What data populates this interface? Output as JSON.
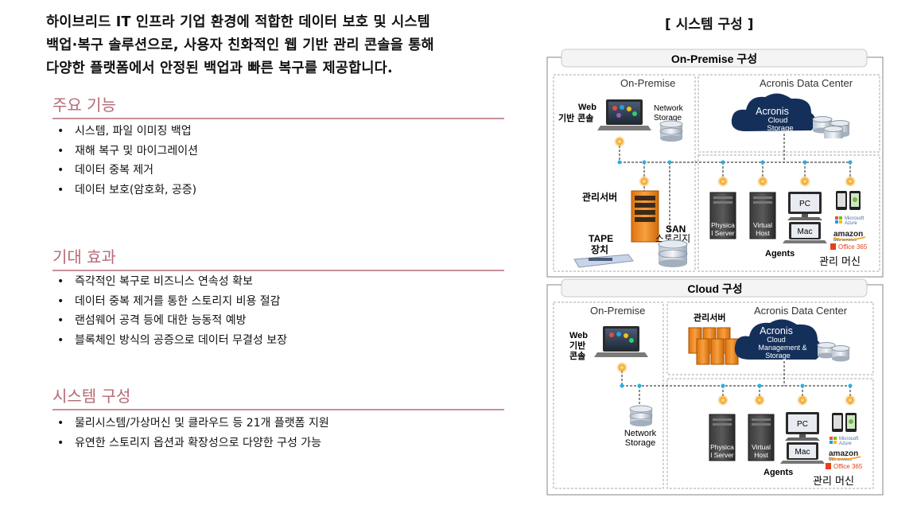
{
  "intro": {
    "lines": [
      "하이브리드 IT 인프라 기업 환경에 적합한 데이터 보호 및 시스템",
      "백업·복구 솔루션으로, 사용자 친화적인 웹 기반 관리 콘솔을 통해",
      "다양한 플랫폼에서 안정된 백업과 빠른 복구를 제공합니다."
    ]
  },
  "sections": [
    {
      "title": "주요 기능",
      "items": [
        "시스템, 파일 이미징 백업",
        "재해 복구 및 마이그레이션",
        "데이터 중복 제거",
        "데이터 보호(암호화, 공증)"
      ]
    },
    {
      "title": "기대 효과",
      "items": [
        "즉각적인 복구로 비즈니스 연속성 확보",
        "데이터 중복 제거를 통한 스토리지 비용 절감",
        "랜섬웨어 공격 등에 대한 능동적 예방",
        "블록체인 방식의 공증으로 데이터 무결성 보장"
      ]
    },
    {
      "title": "시스템 구성",
      "items": [
        "물리시스템/가상머신 및 클라우드 등 21개 플랫폼 지원",
        "유연한 스토리지 옵션과 확장성으로 다양한 구성 가능"
      ]
    }
  ],
  "bullet": "•",
  "diagram": {
    "title": "[ 시스템 구성 ]",
    "onprem": {
      "header": "On-Premise 구성",
      "onprem_label": "On-Premise",
      "dc_label": "Acronis Data Center",
      "web_console": [
        "Web",
        "기반 콘솔"
      ],
      "network_storage": [
        "Network",
        "Storage"
      ],
      "cloud": [
        "Acronis",
        "Cloud",
        "Storage"
      ],
      "mgmt_server": "관리서버",
      "san": [
        "SAN",
        "스토리지"
      ],
      "tape": [
        "TAPE",
        "장치"
      ],
      "physical": [
        "Physica",
        "l Server"
      ],
      "virtual": [
        "Virtual",
        "Host"
      ],
      "pc": "PC",
      "mac": "Mac",
      "agents": "Agents",
      "managed": "관리 머신",
      "microsoft": [
        "Microsoft",
        "Azure"
      ],
      "amazon": [
        "amazon",
        "web services"
      ],
      "office": "Office 365"
    },
    "cloud": {
      "header": "Cloud 구성",
      "onprem_label": "On-Premise",
      "dc_label": "Acronis Data Center",
      "web_console": [
        "Web",
        "기반",
        "콘솔"
      ],
      "mgmt_server": "관리서버",
      "cloud": [
        "Acronis",
        "Cloud",
        "Management &",
        "Storage"
      ],
      "network_storage": [
        "Network",
        "Storage"
      ],
      "physical": [
        "Physica",
        "l Server"
      ],
      "virtual": [
        "Virtual",
        "Host"
      ],
      "pc": "PC",
      "mac": "Mac",
      "agents": "Agents",
      "managed": "관리 머신",
      "microsoft": [
        "Microsoft",
        "Azure"
      ],
      "amazon": [
        "amazon",
        "web services"
      ],
      "office": "Office 365"
    }
  },
  "colors": {
    "accent_rose": "#b56a75",
    "cloud_navy": "#14305a",
    "server_orange": "#f08a1a",
    "connector_blue": "#2ab0e0",
    "glow_orange": "#f5a623",
    "amazon_orange": "#f39c12",
    "office_red": "#e2431c"
  }
}
